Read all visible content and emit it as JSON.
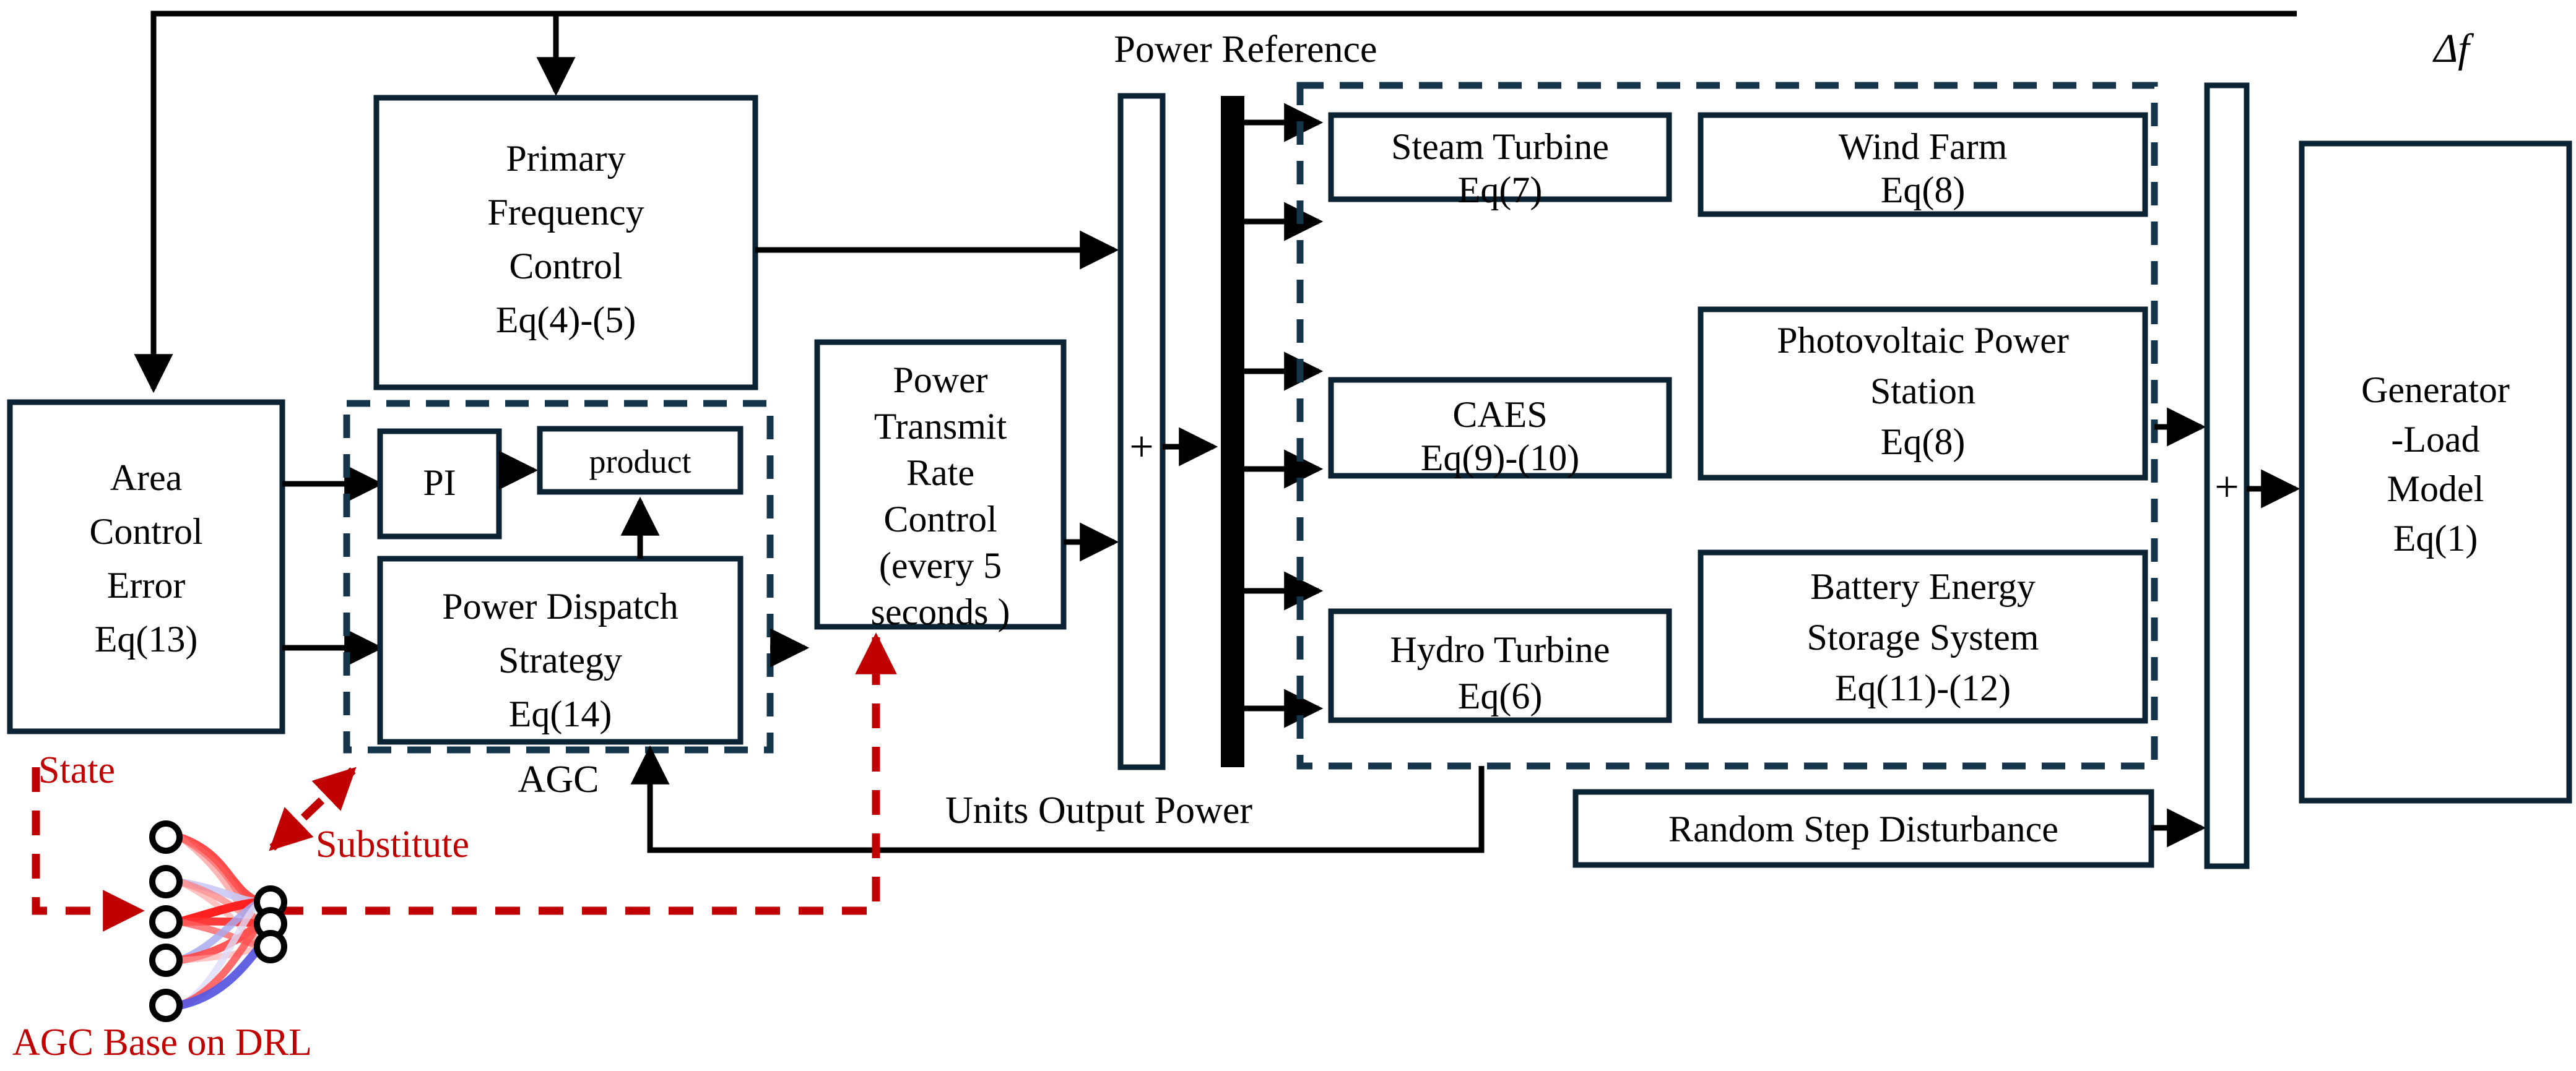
{
  "diagram": {
    "title": "AGC based on DRL control block diagram",
    "accent_dark": "#0c2333",
    "accent_red": "#c00000",
    "blocks": {
      "primary_frequency_control": [
        "Primary",
        "Frequency",
        "Control",
        "Eq(4)-(5)"
      ],
      "area_control_error": [
        "Area",
        "Control",
        "Error",
        "Eq(13)"
      ],
      "pi": "PI",
      "product": "product",
      "power_dispatch_strategy": [
        "Power Dispatch",
        "Strategy",
        "Eq(14)"
      ],
      "power_transmit_rate_control": [
        "Power",
        "Transmit",
        "Rate",
        "Control",
        "(every 5",
        "seconds )"
      ],
      "steam_turbine": [
        "Steam Turbine",
        "Eq(7)"
      ],
      "wind_farm": [
        "Wind Farm",
        "Eq(8)"
      ],
      "caes": [
        "CAES",
        "Eq(9)-(10)"
      ],
      "photovoltaic_power_station": [
        "Photovoltaic Power",
        "Station",
        "Eq(8)"
      ],
      "hydro_turbine": [
        "Hydro Turbine",
        "Eq(6)"
      ],
      "battery_energy_storage_system": [
        "Battery Energy",
        "Storage System",
        "Eq(11)-(12)"
      ],
      "random_step_disturbance": "Random Step Disturbance",
      "generator_load_model": [
        "Generator",
        "-Load",
        "Model",
        "Eq(1)"
      ]
    },
    "labels": {
      "power_reference": "Power Reference",
      "units_output_power": "Units Output Power",
      "agc": "AGC",
      "delta_f": "Δf",
      "plus_left": "+",
      "plus_right": "+",
      "state": "State",
      "substitute": "Substitute",
      "agc_base_on_drl": "AGC Base on DRL"
    }
  }
}
